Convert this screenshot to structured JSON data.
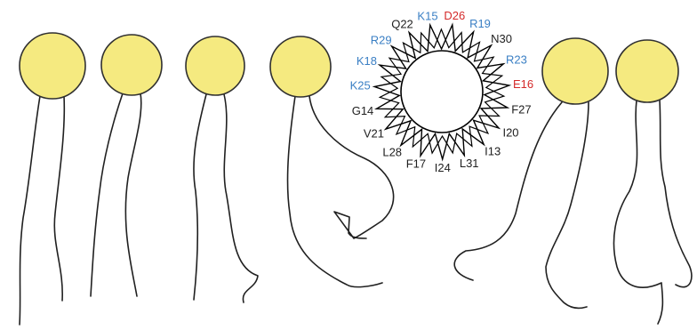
{
  "diagram": {
    "colors": {
      "head_fill": "#f5ea80",
      "head_stroke": "#303030",
      "tail_stroke": "#202020",
      "helix_stroke": "#000000",
      "cationic": "#3a7fc4",
      "anionic": "#d42a2a",
      "neutral": "#202020"
    },
    "helical_wheel": {
      "residues": [
        {
          "label": "K15",
          "charge": "cationic"
        },
        {
          "label": "D26",
          "charge": "anionic"
        },
        {
          "label": "R19",
          "charge": "cationic"
        },
        {
          "label": "N30",
          "charge": "neutral"
        },
        {
          "label": "R23",
          "charge": "cationic"
        },
        {
          "label": "E16",
          "charge": "anionic"
        },
        {
          "label": "F27",
          "charge": "neutral"
        },
        {
          "label": "I20",
          "charge": "neutral"
        },
        {
          "label": "I13",
          "charge": "neutral"
        },
        {
          "label": "L31",
          "charge": "neutral"
        },
        {
          "label": "I24",
          "charge": "neutral"
        },
        {
          "label": "F17",
          "charge": "neutral"
        },
        {
          "label": "L28",
          "charge": "neutral"
        },
        {
          "label": "V21",
          "charge": "neutral"
        },
        {
          "label": "G14",
          "charge": "neutral"
        },
        {
          "label": "K25",
          "charge": "cationic"
        },
        {
          "label": "K18",
          "charge": "cationic"
        },
        {
          "label": "R29",
          "charge": "cationic"
        },
        {
          "label": "Q22",
          "charge": "neutral"
        }
      ]
    },
    "lipids": [
      {
        "name": "lipid-1",
        "side": "left"
      },
      {
        "name": "lipid-2",
        "side": "left"
      },
      {
        "name": "lipid-3",
        "side": "left"
      },
      {
        "name": "lipid-4",
        "side": "left"
      },
      {
        "name": "lipid-5",
        "side": "right"
      },
      {
        "name": "lipid-6",
        "side": "right"
      }
    ]
  }
}
